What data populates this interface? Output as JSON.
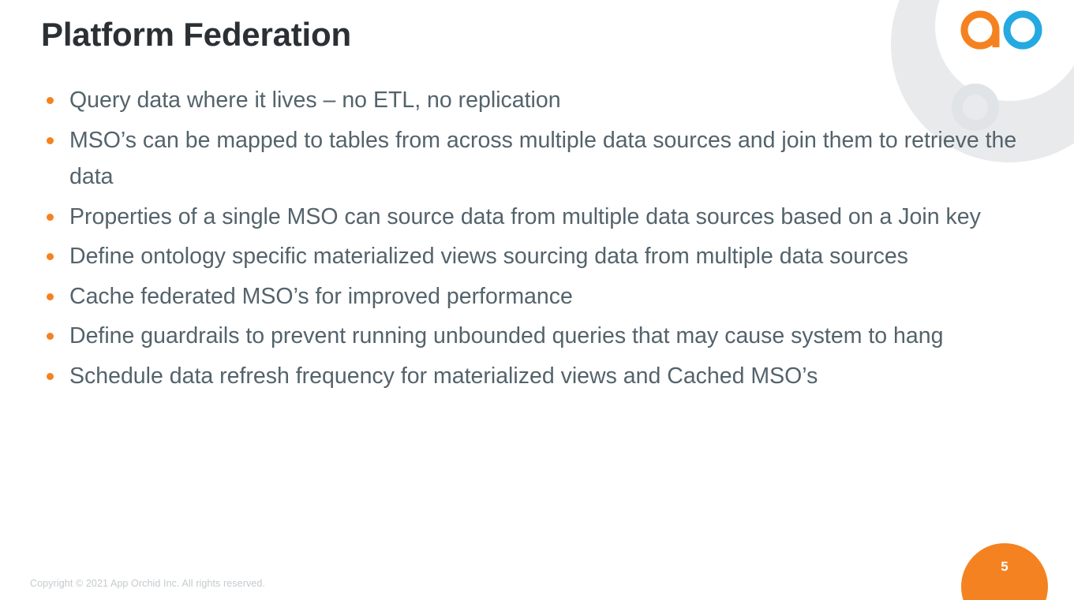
{
  "slide": {
    "title": "Platform Federation",
    "bullets": [
      "Query data where it lives – no ETL, no replication",
      "MSO’s can be mapped to tables from across multiple data sources and join them to retrieve the data",
      "Properties of a single MSO can source data from multiple data sources based on a Join key",
      "Define ontology specific materialized views sourcing data from multiple data sources",
      "Cache federated MSO’s for improved performance",
      "Define guardrails to prevent running unbounded queries that may cause system to hang",
      "Schedule data refresh frequency for materialized views and Cached MSO’s"
    ]
  },
  "footer": {
    "copyright": "Copyright © 2021 App Orchid Inc. All rights reserved.",
    "page_number": "5"
  },
  "branding": {
    "logo_name": "app-orchid-ao-logo",
    "logo_letter_a": "a",
    "logo_letter_o": "o",
    "colors": {
      "orange": "#F58220",
      "blue": "#25A9E0",
      "title_gray": "#2B3034",
      "body_gray": "#54636B",
      "decor_gray": "#E8EAEC",
      "footer_gray": "#C4CACD"
    }
  }
}
